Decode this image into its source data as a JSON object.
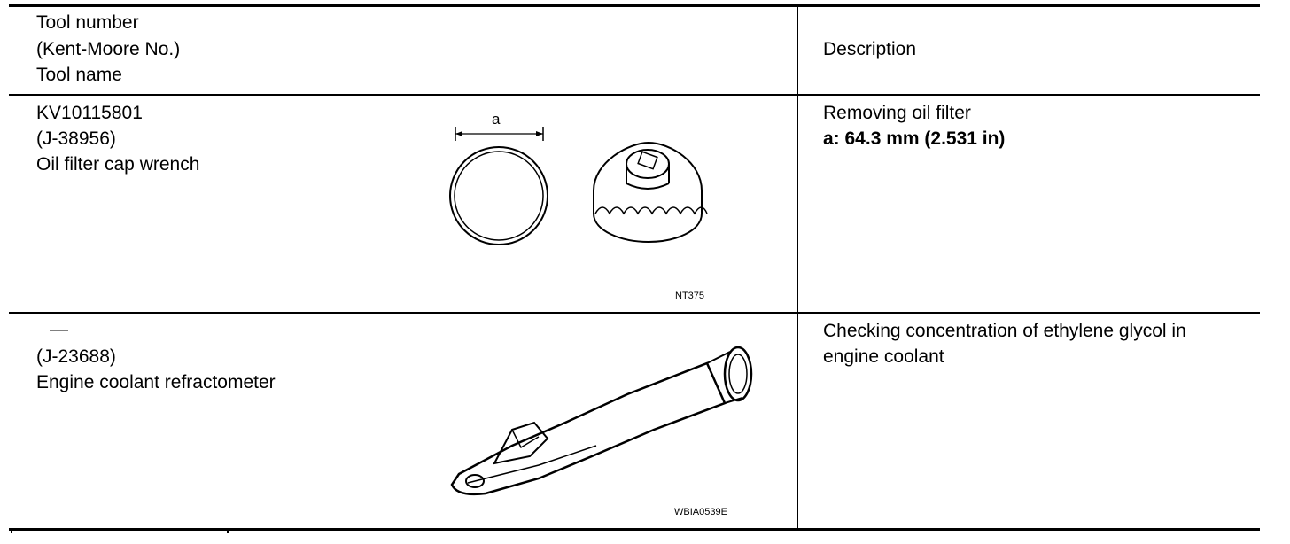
{
  "header": {
    "col1_lines": [
      "Tool number",
      "(Kent-Moore No.)",
      "Tool name"
    ],
    "col2": "Description"
  },
  "rows": [
    {
      "tool_number": "KV10115801",
      "kent_moore": "(J-38956)",
      "tool_name": "Oil filter cap wrench",
      "figure_dimension_label": "a",
      "figure_code": "NT375",
      "desc_line1": "Removing oil filter",
      "desc_bold": "a: 64.3 mm (2.531 in)"
    },
    {
      "tool_number": "—",
      "kent_moore": "(J-23688)",
      "tool_name": "Engine coolant refractometer",
      "figure_code": "WBIA0539E",
      "desc_line1": "Checking concentration of ethylene glycol in",
      "desc_line2": "engine coolant"
    }
  ]
}
